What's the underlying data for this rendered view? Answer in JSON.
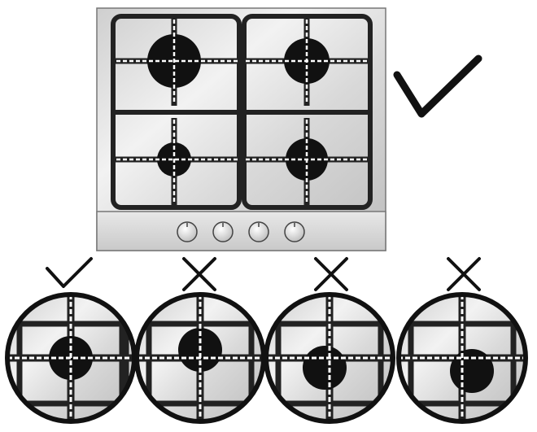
{
  "diagram": {
    "description_visible_text": "",
    "hob": {
      "burners": [
        {
          "name": "top-left-burner",
          "size": "large"
        },
        {
          "name": "top-right-burner",
          "size": "medium"
        },
        {
          "name": "bottom-left-burner",
          "size": "small"
        },
        {
          "name": "bottom-right-burner",
          "size": "medium"
        }
      ],
      "knob_count": 4
    },
    "overall_mark": "check-icon",
    "details": [
      {
        "name": "detail-centered",
        "mark": "check-icon",
        "offset": "centered"
      },
      {
        "name": "detail-slight-offset",
        "mark": "cross-icon",
        "offset": "slightly-up"
      },
      {
        "name": "detail-offset-down",
        "mark": "cross-icon",
        "offset": "down"
      },
      {
        "name": "detail-offset-down-right",
        "mark": "cross-icon",
        "offset": "down-right"
      }
    ],
    "colors": {
      "steel": "#d7d7d7",
      "outline": "#222222",
      "burner": "#111111",
      "dash": "#ffffff"
    }
  }
}
